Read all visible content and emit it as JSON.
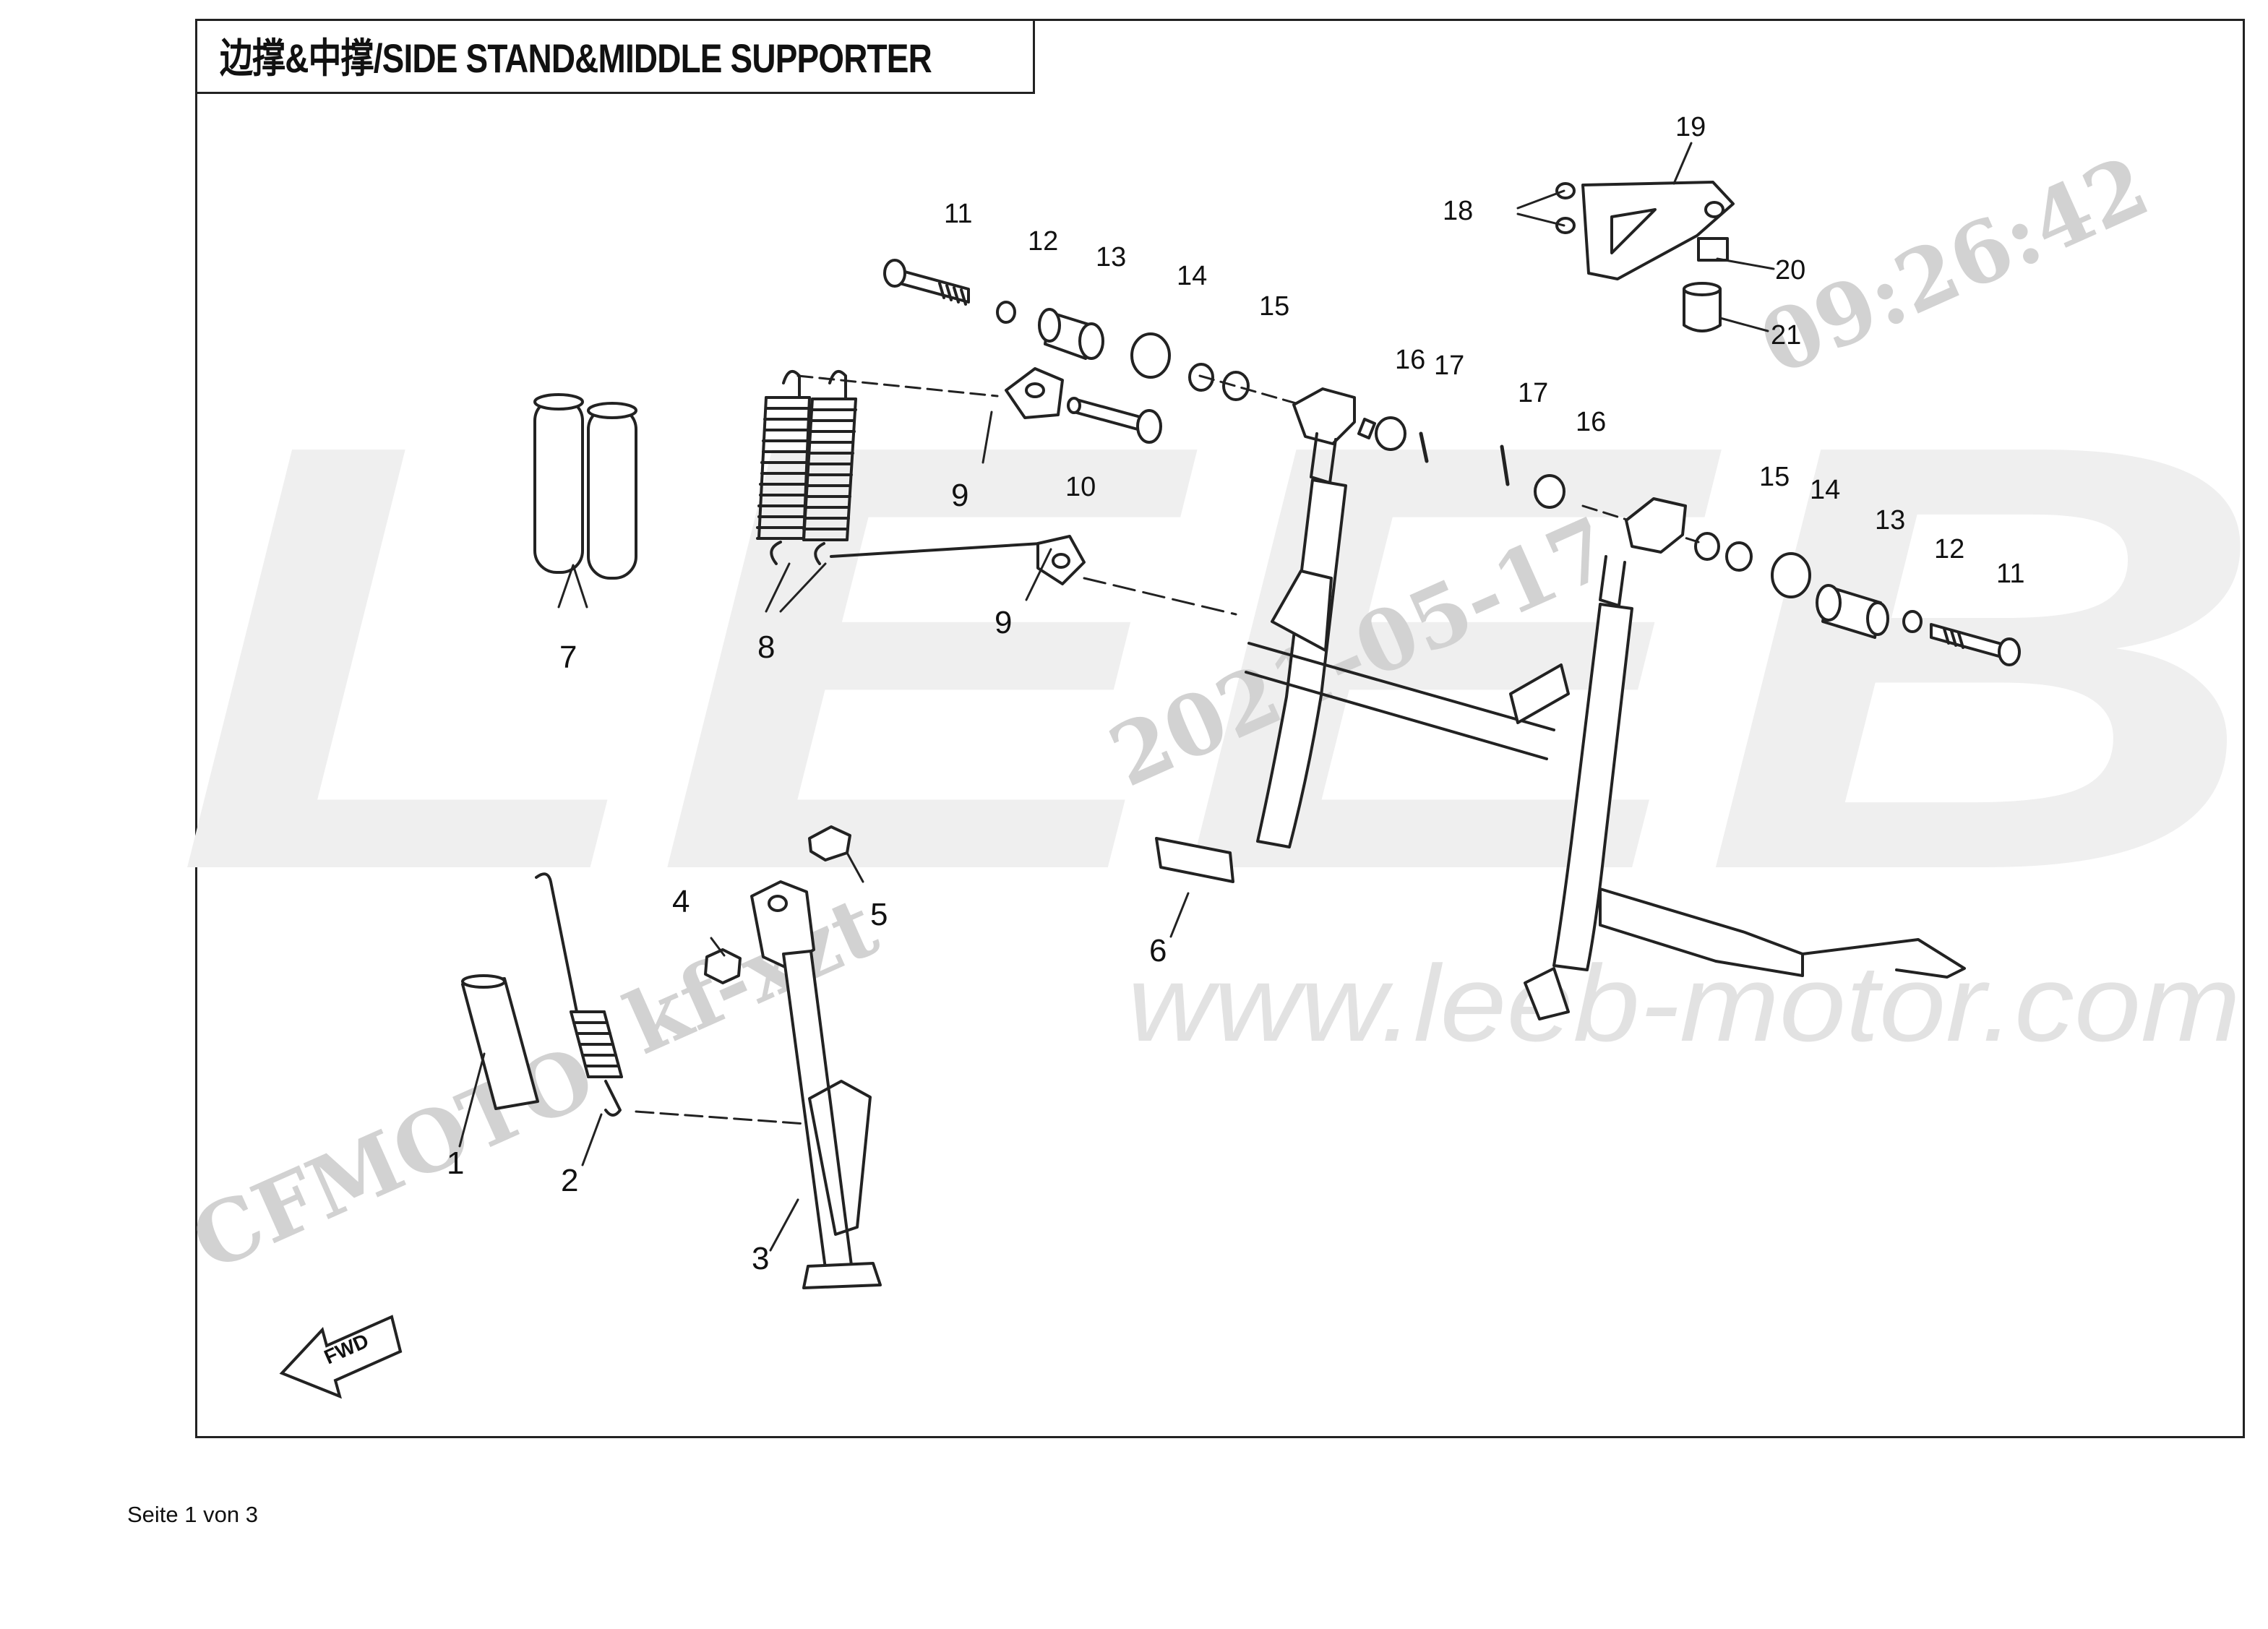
{
  "title": "边撑&中撑/SIDE STAND&MIDDLE SUPPORTER",
  "footer": "Seite 1 von 3",
  "fwd_label": "FWD",
  "watermarks": {
    "logo": "LEEB",
    "url": "www.leeb-motor.com",
    "stamp_brand": "CFMOTO",
    "stamp_user": "kf-xzt",
    "stamp_date": "2021-05-17",
    "stamp_time": "09:26:42"
  },
  "callouts": [
    {
      "id": "c1",
      "label": "1"
    },
    {
      "id": "c2",
      "label": "2"
    },
    {
      "id": "c3",
      "label": "3"
    },
    {
      "id": "c4",
      "label": "4"
    },
    {
      "id": "c5",
      "label": "5"
    },
    {
      "id": "c6",
      "label": "6"
    },
    {
      "id": "c7",
      "label": "7"
    },
    {
      "id": "c8",
      "label": "8"
    },
    {
      "id": "c9a",
      "label": "9"
    },
    {
      "id": "c9b",
      "label": "9"
    },
    {
      "id": "c10",
      "label": "10"
    },
    {
      "id": "c11a",
      "label": "11"
    },
    {
      "id": "c12a",
      "label": "12"
    },
    {
      "id": "c13a",
      "label": "13"
    },
    {
      "id": "c14a",
      "label": "14"
    },
    {
      "id": "c15a",
      "label": "15"
    },
    {
      "id": "c16a",
      "label": "16"
    },
    {
      "id": "c17a",
      "label": "17"
    },
    {
      "id": "c17b",
      "label": "17"
    },
    {
      "id": "c16b",
      "label": "16"
    },
    {
      "id": "c15b",
      "label": "15"
    },
    {
      "id": "c14b",
      "label": "14"
    },
    {
      "id": "c13b",
      "label": "13"
    },
    {
      "id": "c12b",
      "label": "12"
    },
    {
      "id": "c11b",
      "label": "11"
    },
    {
      "id": "c18",
      "label": "18"
    },
    {
      "id": "c19",
      "label": "19"
    },
    {
      "id": "c20",
      "label": "20"
    },
    {
      "id": "c21",
      "label": "21"
    }
  ]
}
